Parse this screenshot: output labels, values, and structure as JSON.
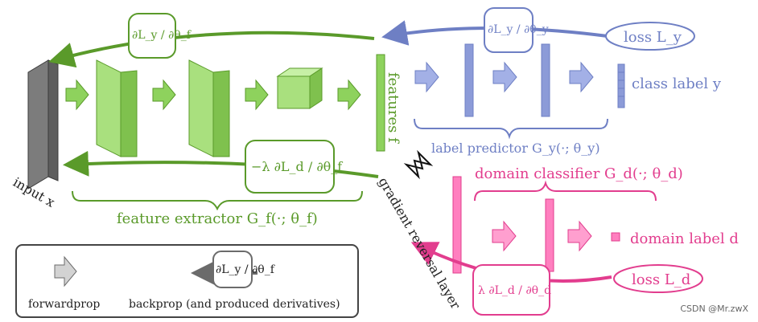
{
  "labels": {
    "input_x": "input x",
    "features_f": "features f",
    "gradient_reversal_layer": "gradient reversal layer",
    "feature_extractor": "feature extractor G_f(·; θ_f)",
    "label_predictor": "label predictor G_y(·; θ_y)",
    "domain_classifier": "domain classifier G_d(·; θ_d)",
    "class_label": "class label y",
    "domain_label": "domain label d",
    "loss_ly": "loss L_y",
    "loss_ld": "loss L_d",
    "deriv_top_green": "∂L_y / ∂θ_f",
    "deriv_top_blue": "∂L_y / ∂θ_y",
    "deriv_mid_green": "−λ ∂L_d / ∂θ_f",
    "deriv_pink": "λ ∂L_d / ∂θ_d",
    "legend_forwardprop": "forwardprop",
    "legend_backprop": "backprop (and produced derivatives)",
    "legend_deriv": "∂L_y / ∂θ_f",
    "watermark": "CSDN @Mr.zwX"
  },
  "colors": {
    "green": "#8ed25d",
    "green_dark": "#5a9a2a",
    "blue": "#8c9bd8",
    "blue_dark": "#6e7fc4",
    "pink": "#ff7fbf",
    "pink_dark": "#e23d8e",
    "gray": "#bdbdbd",
    "gray_dark": "#6b6b6b"
  }
}
